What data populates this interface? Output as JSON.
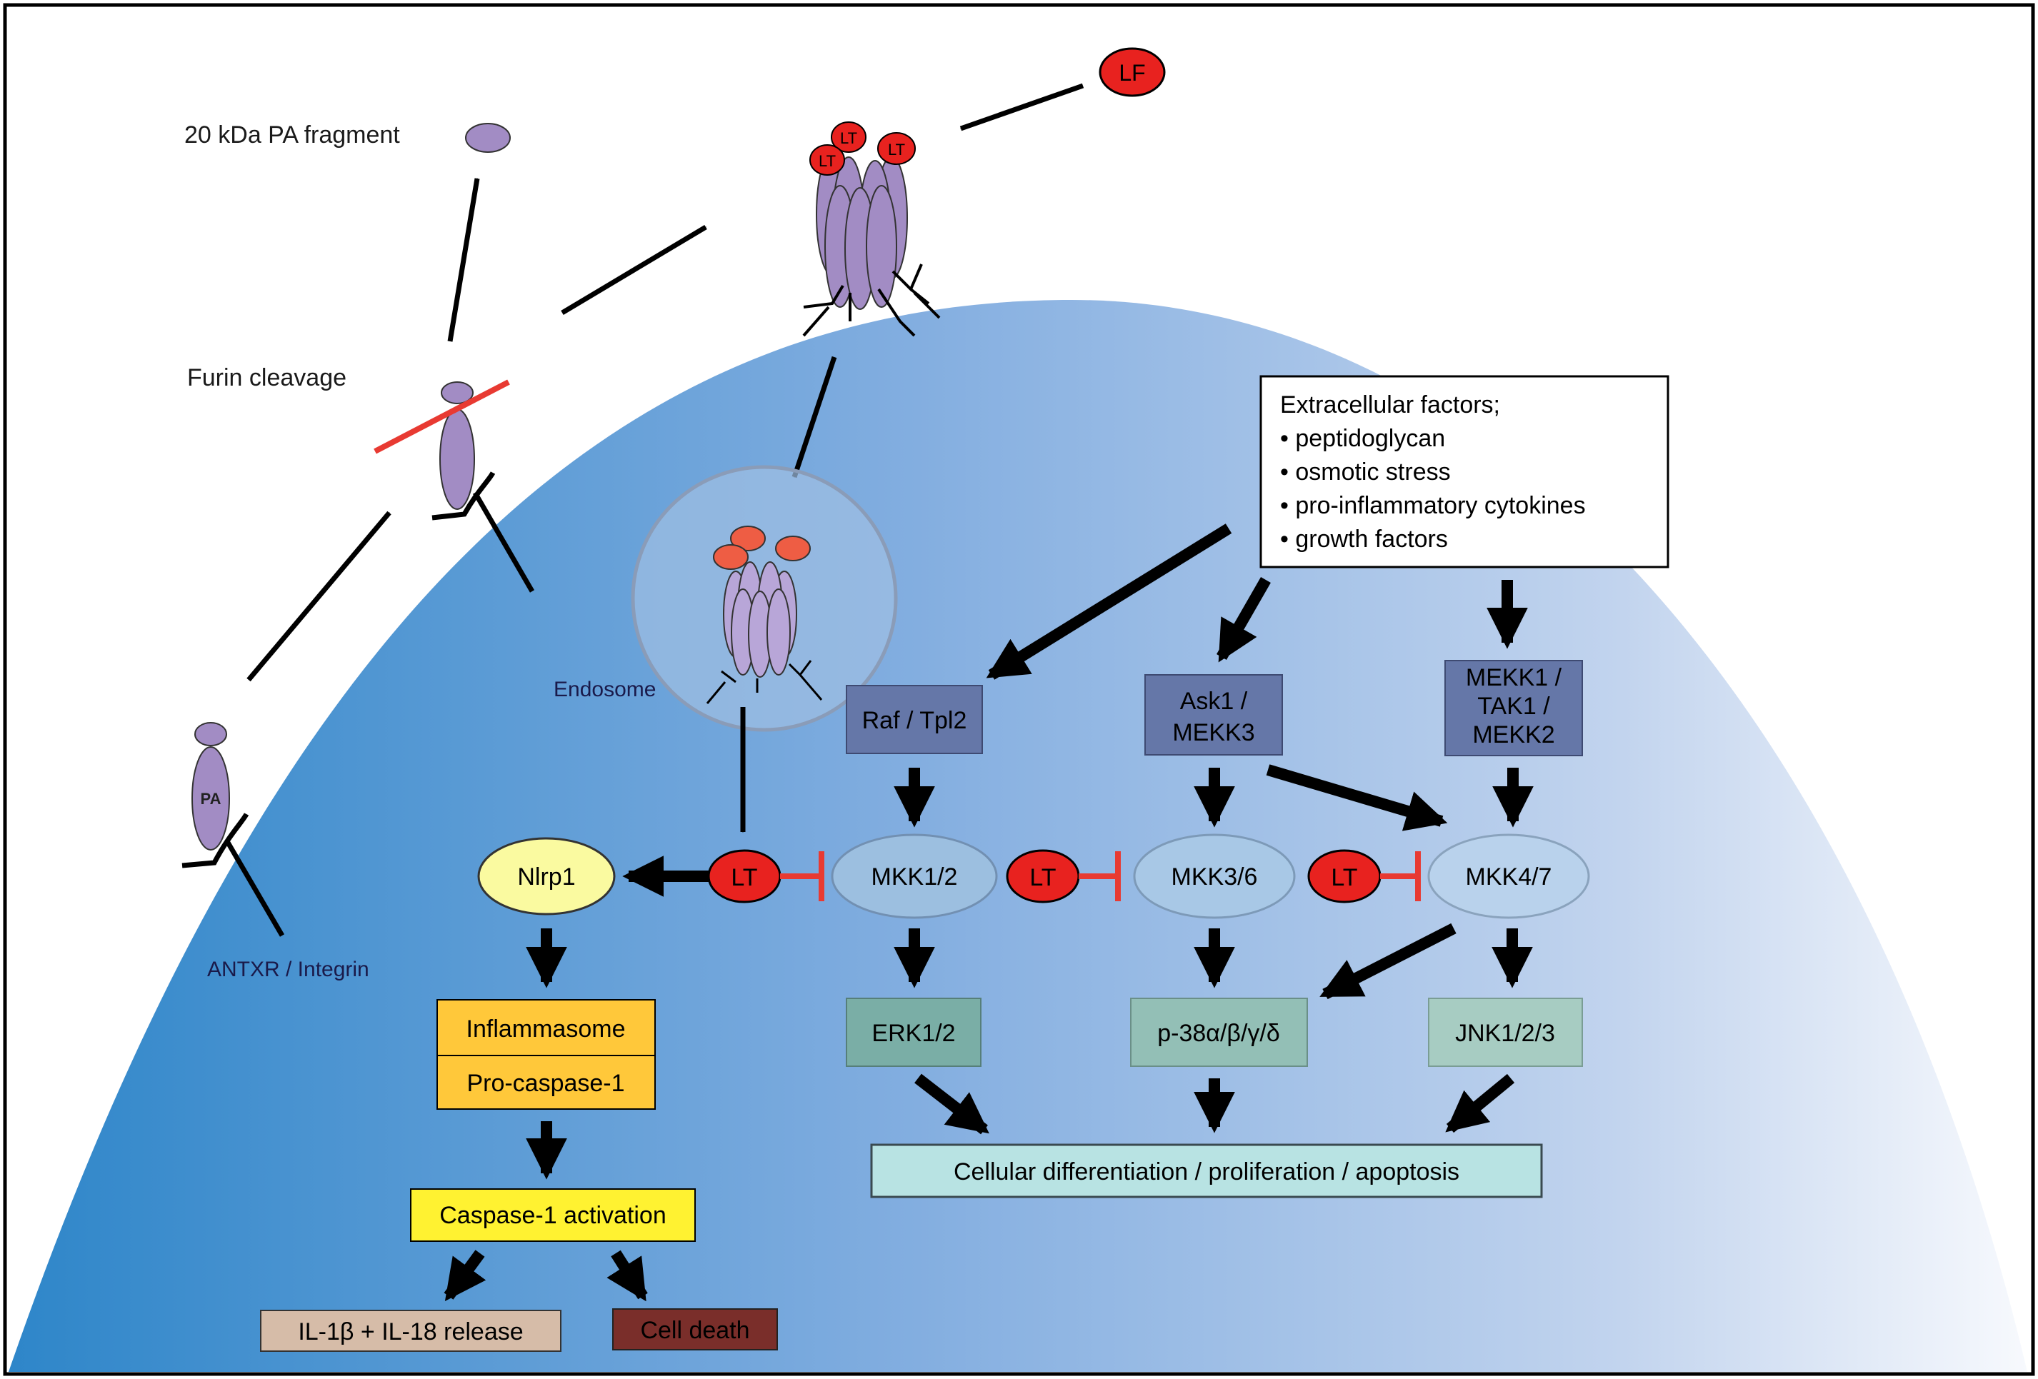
{
  "labels": {
    "pa_fragment": "20 kDa PA fragment",
    "furin": "Furin cleavage",
    "pa": "PA",
    "receptor": "ANTXR / Integrin",
    "endosome": "Endosome",
    "lf": "LF",
    "lt": "LT"
  },
  "extracellular": {
    "title": "Extracellular factors;",
    "items": [
      "• peptidoglycan",
      "• osmotic stress",
      "• pro-inflammatory cytokines",
      "• growth factors"
    ]
  },
  "nodes": {
    "raf": "Raf / Tpl2",
    "ask1_l1": "Ask1 /",
    "ask1_l2": "MEKK3",
    "mekk1_l1": "MEKK1 /",
    "mekk1_l2": "TAK1 /",
    "mekk1_l3": "MEKK2",
    "mkk12": "MKK1/2",
    "mkk36": "MKK3/6",
    "mkk47": "MKK4/7",
    "erk": "ERK1/2",
    "p38": "p-38α/β/γ/δ",
    "jnk": "JNK1/2/3",
    "cellular": "Cellular differentiation / proliferation / apoptosis",
    "nlrp1": "Nlrp1",
    "inflammasome": "Inflammasome",
    "procaspase": "Pro-caspase-1",
    "caspase": "Caspase-1 activation",
    "il": "IL-1β + IL-18 release",
    "celldeath": "Cell death"
  },
  "colors": {
    "cell_dark": "#2e86c9",
    "cell_light": "#f7f9fd",
    "toxin_purple": "#a28cc4",
    "lt_red": "#e8221f",
    "kinase_box": "#6577a8",
    "mkk_oval": "#9cbfe0",
    "mapk_box": "#7aaea6",
    "inflam_yellow": "#ffc83a",
    "caspase_yellow": "#fff231",
    "il_box": "#d6bca8",
    "death_box": "#7a2e2a",
    "cellular_box": "#b8e3e3"
  }
}
